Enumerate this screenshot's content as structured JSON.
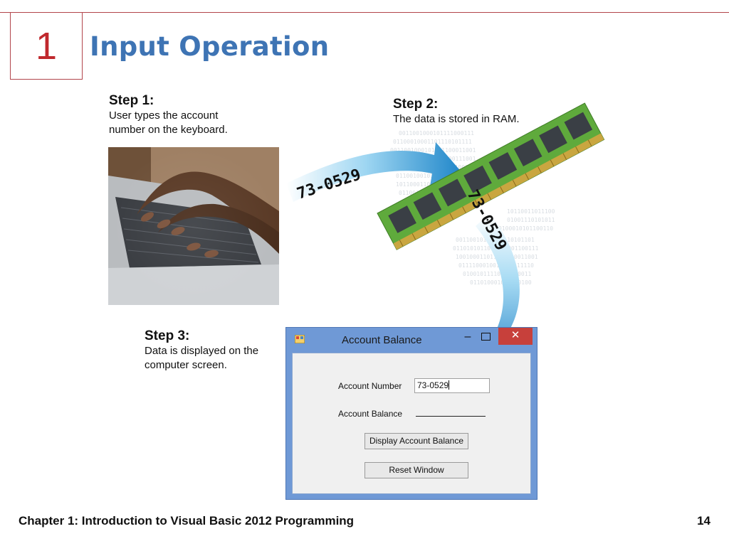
{
  "header": {
    "chapter_number": "1",
    "title": "Input Operation"
  },
  "steps": [
    {
      "heading": "Step 1:",
      "text": "User types the account number on the keyboard."
    },
    {
      "heading": "Step 2:",
      "text": "The data is stored in RAM."
    },
    {
      "heading": "Step 3:",
      "text": "Data is displayed on the computer screen."
    }
  ],
  "diagram": {
    "arrow_value_1": "73-0529",
    "arrow_value_2": "73-0529",
    "binary_texture": "00100010111000111 01100010011011101011 10010010110011101 10100110011100111 10001011010101110",
    "photo_caption": "laptop-keyboard-hands-photo",
    "ram_caption": "ram-module-image"
  },
  "window": {
    "title": "Account Balance",
    "minimize_glyph": "–",
    "close_glyph": "✕",
    "account_number_label": "Account Number",
    "account_number_value": "73-0529",
    "account_balance_label": "Account Balance",
    "display_button": "Display Account Balance",
    "reset_button": "Reset Window",
    "title_bar_color": "#6f99d6",
    "close_color": "#c7403b"
  },
  "footer": {
    "text": "Chapter 1: Introduction to Visual Basic 2012 Programming",
    "page_number": "14"
  }
}
